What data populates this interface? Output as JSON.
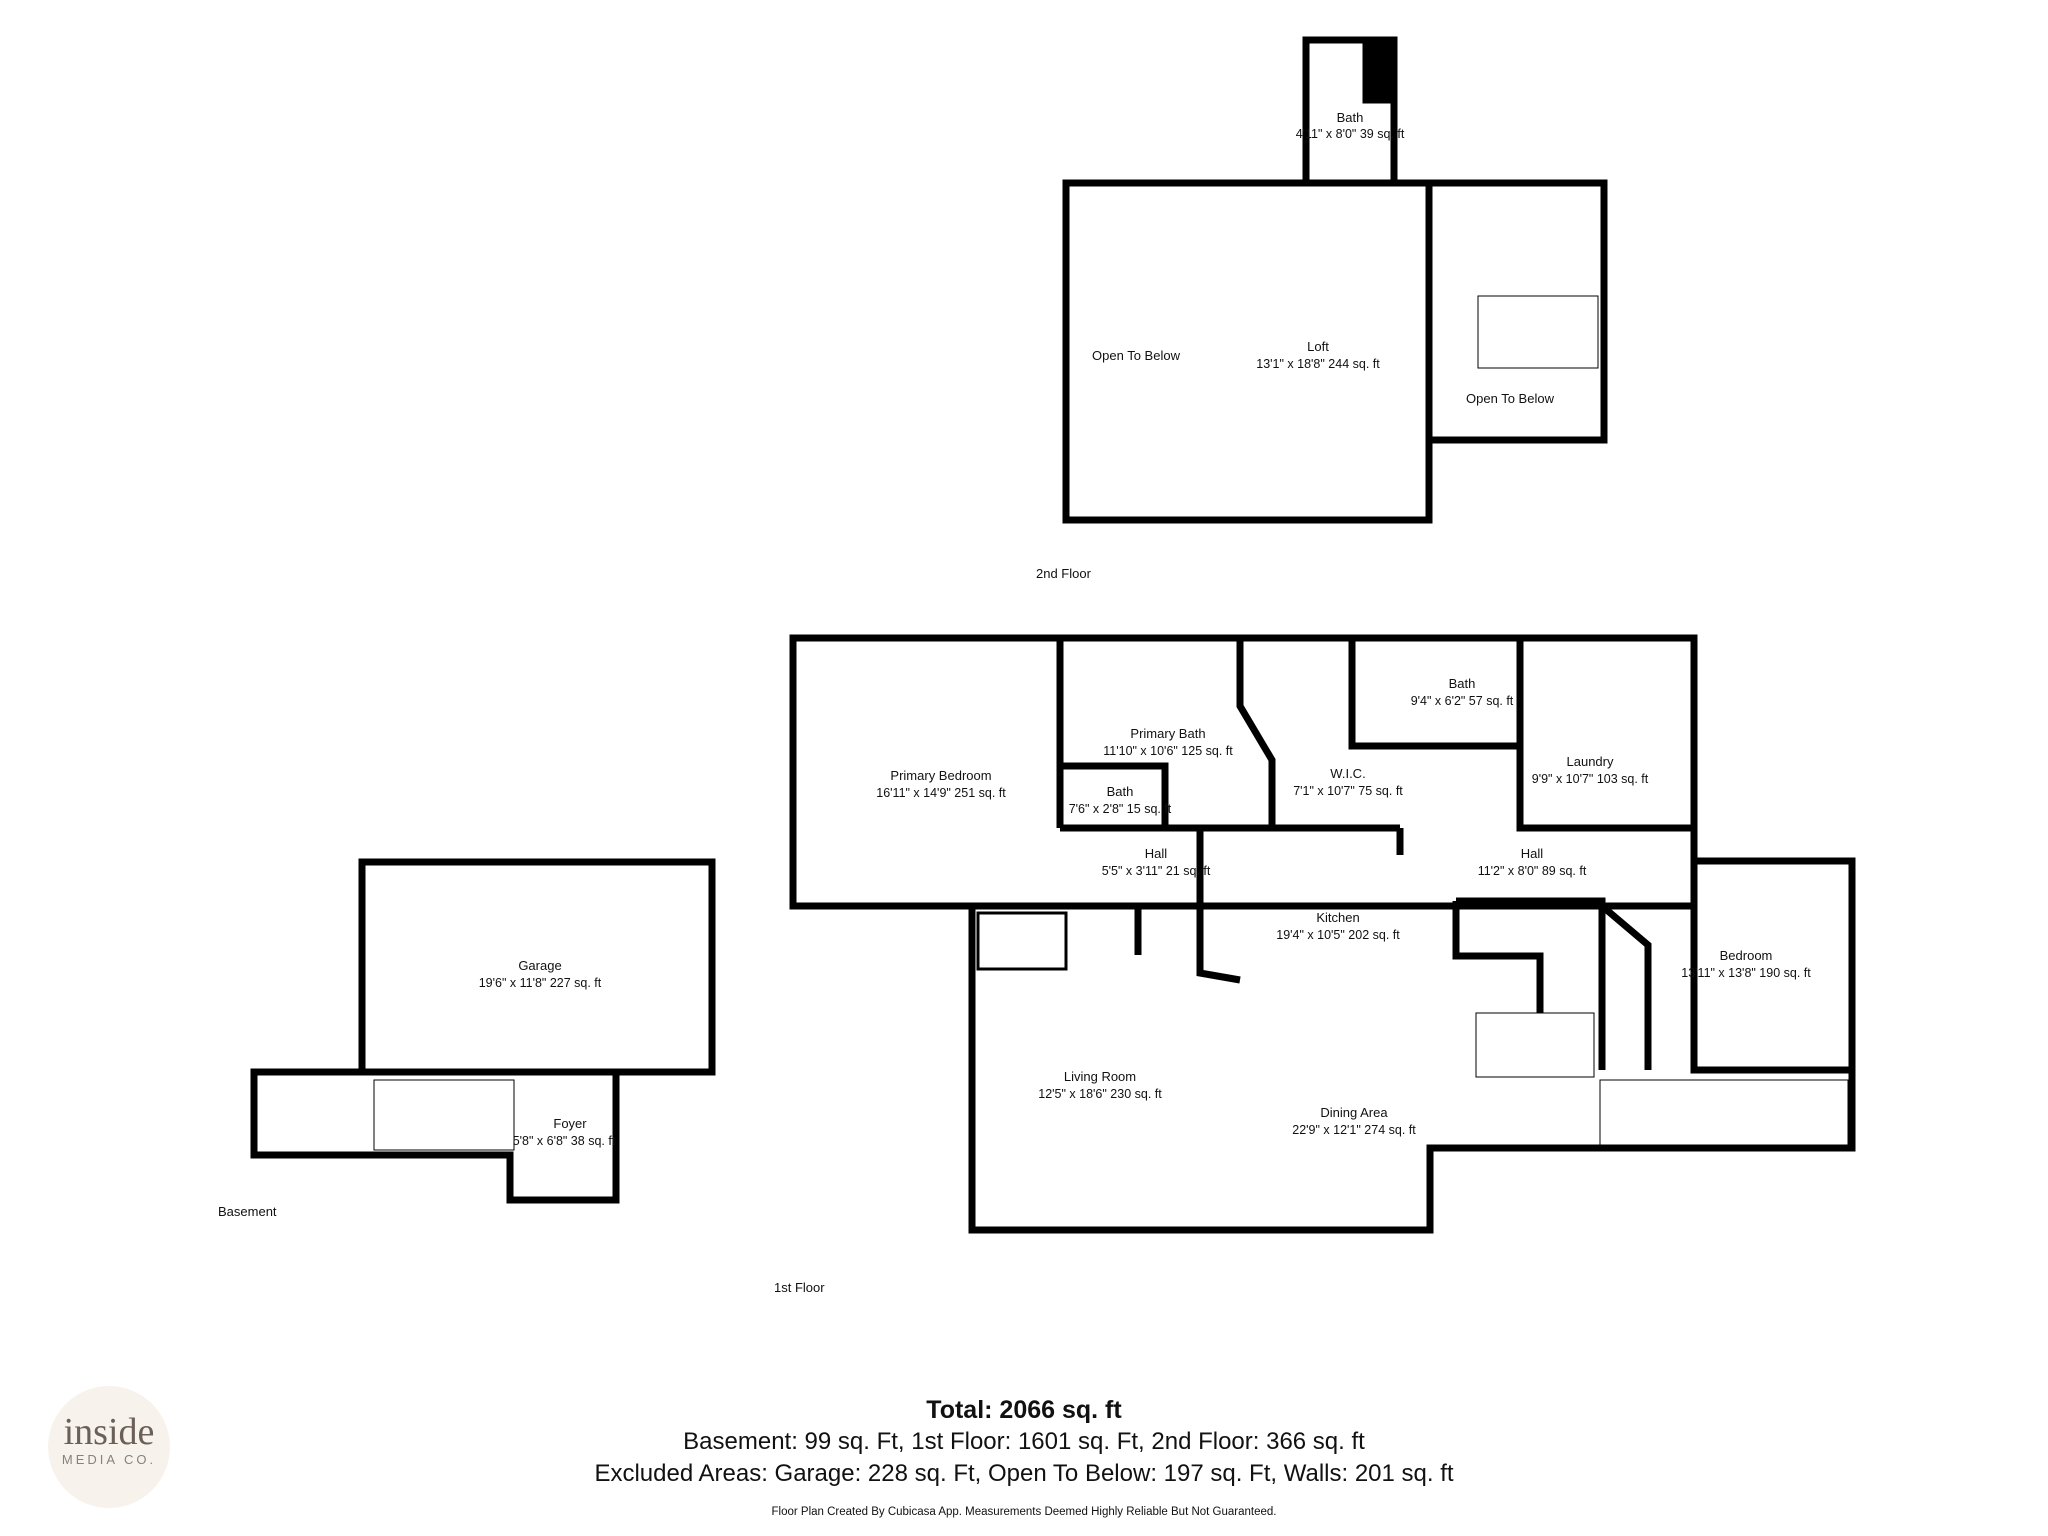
{
  "floors": {
    "second": "2nd Floor",
    "first": "1st Floor",
    "basement": "Basement"
  },
  "rooms": {
    "bath_2f": {
      "name": "Bath",
      "dims": "4'11\" x 8'0\" 39 sq. ft"
    },
    "loft": {
      "name": "Loft",
      "dims": "13'1\" x 18'8\" 244 sq. ft"
    },
    "open_below_left": {
      "name": "Open To Below"
    },
    "open_below_right": {
      "name": "Open To Below"
    },
    "primary_bedroom": {
      "name": "Primary Bedroom",
      "dims": "16'11\" x 14'9\" 251 sq. ft"
    },
    "primary_bath": {
      "name": "Primary Bath",
      "dims": "11'10\" x 10'6\" 125 sq. ft"
    },
    "small_bath": {
      "name": "Bath",
      "dims": "7'6\" x 2'8\" 15 sq. ft"
    },
    "wic": {
      "name": "W.I.C.",
      "dims": "7'1\" x 10'7\" 75 sq. ft"
    },
    "bath_1f": {
      "name": "Bath",
      "dims": "9'4\" x 6'2\" 57 sq. ft"
    },
    "laundry": {
      "name": "Laundry",
      "dims": "9'9\" x 10'7\" 103 sq. ft"
    },
    "hall_left": {
      "name": "Hall",
      "dims": "5'5\" x 3'11\" 21 sq. ft"
    },
    "hall_right": {
      "name": "Hall",
      "dims": "11'2\" x 8'0\" 89 sq. ft"
    },
    "kitchen": {
      "name": "Kitchen",
      "dims": "19'4\" x 10'5\" 202 sq. ft"
    },
    "bedroom": {
      "name": "Bedroom",
      "dims": "13'11\" x 13'8\" 190 sq. ft"
    },
    "living_room": {
      "name": "Living Room",
      "dims": "12'5\" x 18'6\" 230 sq. ft"
    },
    "dining_area": {
      "name": "Dining Area",
      "dims": "22'9\" x 12'1\" 274 sq. ft"
    },
    "garage": {
      "name": "Garage",
      "dims": "19'6\" x 11'8\" 227 sq. ft"
    },
    "foyer": {
      "name": "Foyer",
      "dims": "5'8\" x 6'8\" 38 sq. ft"
    }
  },
  "summary": {
    "total": "Total: 2066 sq. ft",
    "breakdown": "Basement: 99 sq. Ft, 1st Floor: 1601 sq. Ft, 2nd Floor: 366 sq. ft",
    "excluded": "Excluded Areas: Garage: 228 sq. Ft, Open To Below: 197 sq. Ft, Walls: 201 sq. ft",
    "disclaimer": "Floor Plan Created By Cubicasa App. Measurements Deemed Highly Reliable But Not Guaranteed."
  },
  "logo": {
    "word": "inside",
    "sub": "MEDIA CO."
  },
  "colors": {
    "wall": "#000000",
    "background": "#ffffff",
    "logo_bg": "#f7f3ec"
  }
}
